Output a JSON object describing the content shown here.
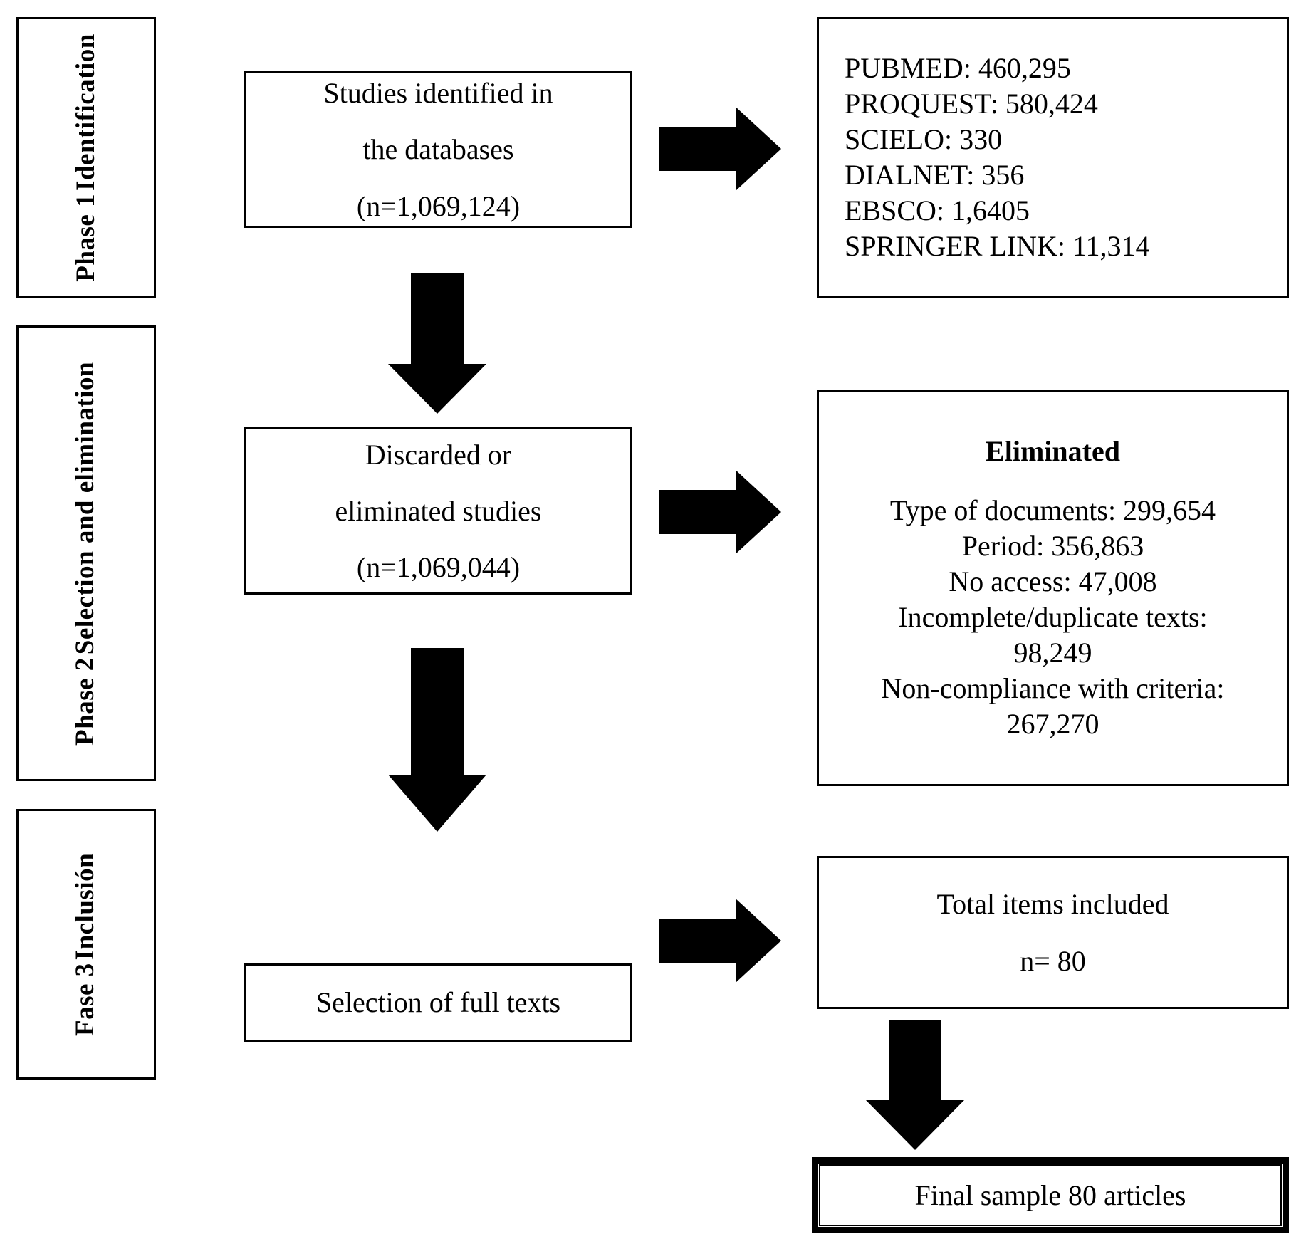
{
  "diagram": {
    "title": "PRISMA study selection flow diagram",
    "ink_color": "#000000",
    "background_color": "#ffffff"
  },
  "phases": [
    {
      "id": "phase-1",
      "number_label": "Phase 1",
      "stage_label": "Identification"
    },
    {
      "id": "phase-2",
      "number_label": "Phase 2",
      "stage_label": "Selection and elimination"
    },
    {
      "id": "phase-3",
      "number_label": "Fase 3",
      "stage_label": "Inclusión"
    }
  ],
  "boxes": {
    "identified": {
      "line1": "Studies identified in",
      "line2": "the databases",
      "line3": "(n=1,069,124)"
    },
    "databases": {
      "items": [
        "PUBMED: 460,295",
        "PROQUEST: 580,424",
        "SCIELO: 330",
        "DIALNET: 356",
        "EBSCO: 1,6405",
        "SPRINGER LINK: 11,314"
      ]
    },
    "discarded": {
      "line1": "Discarded or",
      "line2": "eliminated studies",
      "line3": "(n=1,069,044)"
    },
    "eliminated": {
      "title": "Eliminated",
      "items": [
        "Type of documents: 299,654",
        "Period: 356,863",
        "No access: 47,008",
        "Incomplete/duplicate texts:",
        "98,249",
        "Non-compliance with criteria:",
        "267,270"
      ]
    },
    "full_texts": {
      "line1": "Selection of full texts"
    },
    "included": {
      "line1": "Total items included",
      "line2": "n= 80"
    },
    "final_sample": {
      "line1": "Final sample 80 articles"
    }
  },
  "arrows": [
    {
      "id": "identified-to-databases",
      "direction": "right"
    },
    {
      "id": "identified-to-discarded",
      "direction": "down"
    },
    {
      "id": "discarded-to-eliminated",
      "direction": "right"
    },
    {
      "id": "discarded-to-full-texts",
      "direction": "down"
    },
    {
      "id": "full-texts-to-included",
      "direction": "right"
    },
    {
      "id": "included-to-final-sample",
      "direction": "down"
    }
  ]
}
